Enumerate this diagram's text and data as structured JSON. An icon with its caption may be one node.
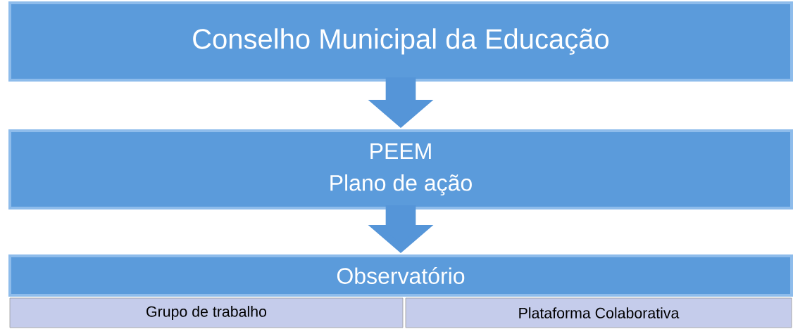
{
  "diagram": {
    "nodes": [
      {
        "text": [
          "Conselho Municipal da Educação"
        ]
      },
      {
        "text": [
          "PEEM",
          "Plano de ação"
        ]
      },
      {
        "text": [
          "Observatório"
        ]
      },
      {
        "text": [
          "Grupo de trabalho"
        ]
      },
      {
        "text": [
          "Plataforma Colaborativa"
        ]
      }
    ],
    "edges": [
      {
        "from": 0,
        "to": 1,
        "arrow": "to"
      },
      {
        "from": 1,
        "to": 2,
        "arrow": "to"
      }
    ]
  }
}
